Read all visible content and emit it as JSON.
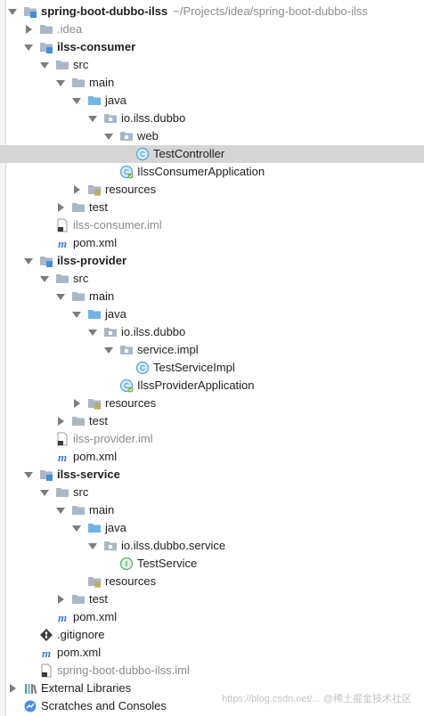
{
  "tree": [
    {
      "level": 0,
      "arrow": "down",
      "icon": "module-folder-icon",
      "text": "spring-boot-dubbo-ilss",
      "hint": "~/Projects/idea/spring-boot-dubbo-ilss",
      "style": "bold"
    },
    {
      "level": 1,
      "arrow": "right",
      "icon": "folder-icon",
      "text": ".idea",
      "style": "muted"
    },
    {
      "level": 1,
      "arrow": "down",
      "icon": "module-folder-icon",
      "text": "ilss-consumer",
      "style": "bold"
    },
    {
      "level": 2,
      "arrow": "down",
      "icon": "folder-icon",
      "text": "src"
    },
    {
      "level": 3,
      "arrow": "down",
      "icon": "folder-icon",
      "text": "main"
    },
    {
      "level": 4,
      "arrow": "down",
      "icon": "source-folder-icon",
      "text": "java"
    },
    {
      "level": 5,
      "arrow": "down",
      "icon": "package-icon",
      "text": "io.ilss.dubbo"
    },
    {
      "level": 6,
      "arrow": "down",
      "icon": "package-icon",
      "text": "web"
    },
    {
      "level": 7,
      "arrow": "",
      "icon": "class-icon",
      "text": "TestController",
      "selected": true
    },
    {
      "level": 6,
      "arrow": "",
      "icon": "spring-boot-class-icon",
      "text": "IlssConsumerApplication"
    },
    {
      "level": 4,
      "arrow": "right",
      "icon": "resources-folder-icon",
      "text": "resources"
    },
    {
      "level": 3,
      "arrow": "right",
      "icon": "folder-icon",
      "text": "test"
    },
    {
      "level": 2,
      "arrow": "",
      "icon": "iml-file-icon",
      "text": "ilss-consumer.iml",
      "style": "muted"
    },
    {
      "level": 2,
      "arrow": "",
      "icon": "maven-icon",
      "text": "pom.xml"
    },
    {
      "level": 1,
      "arrow": "down",
      "icon": "module-folder-icon",
      "text": "ilss-provider",
      "style": "bold"
    },
    {
      "level": 2,
      "arrow": "down",
      "icon": "folder-icon",
      "text": "src"
    },
    {
      "level": 3,
      "arrow": "down",
      "icon": "folder-icon",
      "text": "main"
    },
    {
      "level": 4,
      "arrow": "down",
      "icon": "source-folder-icon",
      "text": "java"
    },
    {
      "level": 5,
      "arrow": "down",
      "icon": "package-icon",
      "text": "io.ilss.dubbo"
    },
    {
      "level": 6,
      "arrow": "down",
      "icon": "package-icon",
      "text": "service.impl"
    },
    {
      "level": 7,
      "arrow": "",
      "icon": "class-icon",
      "text": "TestServiceImpl"
    },
    {
      "level": 6,
      "arrow": "",
      "icon": "spring-boot-class-icon",
      "text": "IlssProviderApplication"
    },
    {
      "level": 4,
      "arrow": "right",
      "icon": "resources-folder-icon",
      "text": "resources"
    },
    {
      "level": 3,
      "arrow": "right",
      "icon": "folder-icon",
      "text": "test"
    },
    {
      "level": 2,
      "arrow": "",
      "icon": "iml-file-icon",
      "text": "ilss-provider.iml",
      "style": "muted"
    },
    {
      "level": 2,
      "arrow": "",
      "icon": "maven-icon",
      "text": "pom.xml"
    },
    {
      "level": 1,
      "arrow": "down",
      "icon": "module-folder-icon",
      "text": "ilss-service",
      "style": "bold"
    },
    {
      "level": 2,
      "arrow": "down",
      "icon": "folder-icon",
      "text": "src"
    },
    {
      "level": 3,
      "arrow": "down",
      "icon": "folder-icon",
      "text": "main"
    },
    {
      "level": 4,
      "arrow": "down",
      "icon": "source-folder-icon",
      "text": "java"
    },
    {
      "level": 5,
      "arrow": "down",
      "icon": "package-icon",
      "text": "io.ilss.dubbo.service"
    },
    {
      "level": 6,
      "arrow": "",
      "icon": "interface-icon",
      "text": "TestService"
    },
    {
      "level": 4,
      "arrow": "",
      "icon": "resources-folder-icon",
      "text": "resources"
    },
    {
      "level": 3,
      "arrow": "right",
      "icon": "folder-icon",
      "text": "test"
    },
    {
      "level": 2,
      "arrow": "",
      "icon": "maven-icon",
      "text": "pom.xml"
    },
    {
      "level": 1,
      "arrow": "",
      "icon": "git-icon",
      "text": ".gitignore"
    },
    {
      "level": 1,
      "arrow": "",
      "icon": "maven-icon",
      "text": "pom.xml"
    },
    {
      "level": 1,
      "arrow": "",
      "icon": "iml-file-icon",
      "text": "spring-boot-dubbo-ilss.iml",
      "style": "muted"
    },
    {
      "level": 0,
      "arrow": "right",
      "icon": "libraries-icon",
      "text": "External Libraries"
    },
    {
      "level": 0,
      "arrow": "",
      "icon": "scratches-icon",
      "text": "Scratches and Consoles"
    }
  ],
  "watermark": "https://blog.csdn.net/... @稀土掘金技术社区",
  "colors": {
    "folder": "#a9b7c6",
    "module_blue": "#3f8fd6",
    "source_blue": "#6fb4e4",
    "class_blue": "#4ba3e3",
    "interface_green": "#59a869",
    "maven_blue": "#3b7bd4",
    "git_dark": "#3c3c3c",
    "selection": "#d5d5d5"
  }
}
